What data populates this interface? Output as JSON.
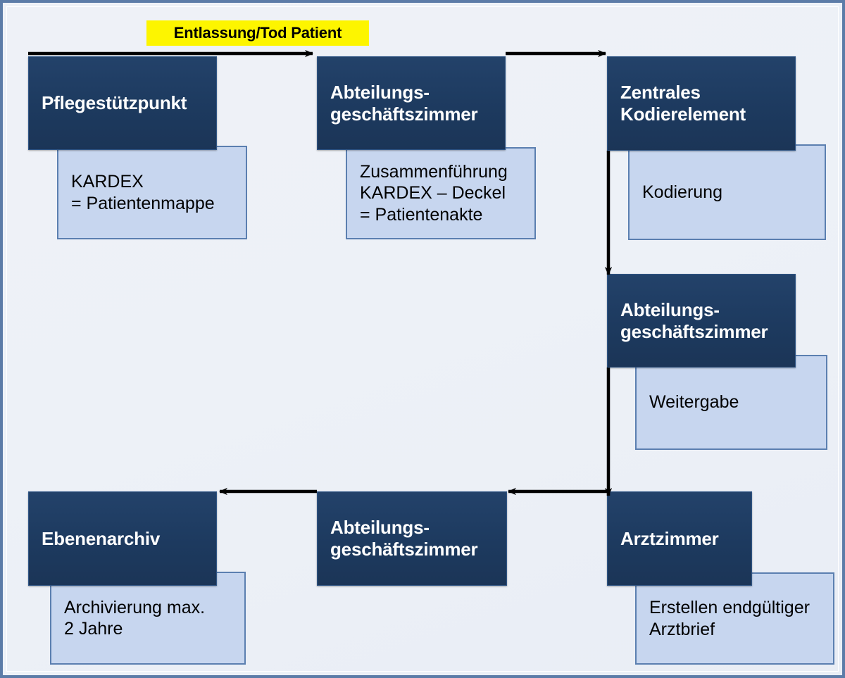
{
  "diagram": {
    "title_tag": "Entlassung/Tod Patient",
    "colors": {
      "node_dark": "#1d3a5f",
      "node_light": "#c7d6ef",
      "tag_highlight": "#fdf500",
      "frame_border": "#5c7ca8",
      "arrow": "#000000",
      "background": "#eef1f7"
    },
    "nodes": [
      {
        "id": "pflegestuetzpunkt",
        "label": "Pflegestützpunkt",
        "detail": "KARDEX\n= Patientenmappe"
      },
      {
        "id": "abteilung-1",
        "label": "Abteilungs-\ngeschäftszimmer",
        "detail": "Zusammenführung\nKARDEX – Deckel\n= Patientenakte"
      },
      {
        "id": "zentrales-kodierelement",
        "label": "Zentrales\nKodierelement",
        "detail": "Kodierung"
      },
      {
        "id": "abteilung-2",
        "label": "Abteilungs-\ngeschäftszimmer",
        "detail": "Weitergabe"
      },
      {
        "id": "arztzimmer",
        "label": "Arztzimmer",
        "detail": "Erstellen endgültiger\nArztbrief"
      },
      {
        "id": "abteilung-3",
        "label": "Abteilungs-\ngeschäftszimmer",
        "detail": ""
      },
      {
        "id": "ebenenarchiv",
        "label": "Ebenenarchiv",
        "detail": "Archivierung max.\n2 Jahre"
      }
    ],
    "flow_order": [
      "Pflegestützpunkt",
      "Abteilungsgeschäftszimmer",
      "Zentrales Kodierelement",
      "Abteilungsgeschäftszimmer",
      "Arztzimmer",
      "Abteilungsgeschäftszimmer",
      "Ebenenarchiv"
    ],
    "connectors": [
      {
        "name": "pflegestuetzpunkt-to-abteilung-1",
        "direction": "right"
      },
      {
        "name": "abteilung-1-to-zentrales-kodierelement",
        "direction": "right"
      },
      {
        "name": "zentrales-kodierelement-to-abteilung-2",
        "direction": "down"
      },
      {
        "name": "abteilung-2-to-arztzimmer",
        "direction": "down"
      },
      {
        "name": "arztzimmer-to-abteilung-3",
        "direction": "left"
      },
      {
        "name": "abteilung-3-to-ebenenarchiv",
        "direction": "left"
      }
    ]
  }
}
